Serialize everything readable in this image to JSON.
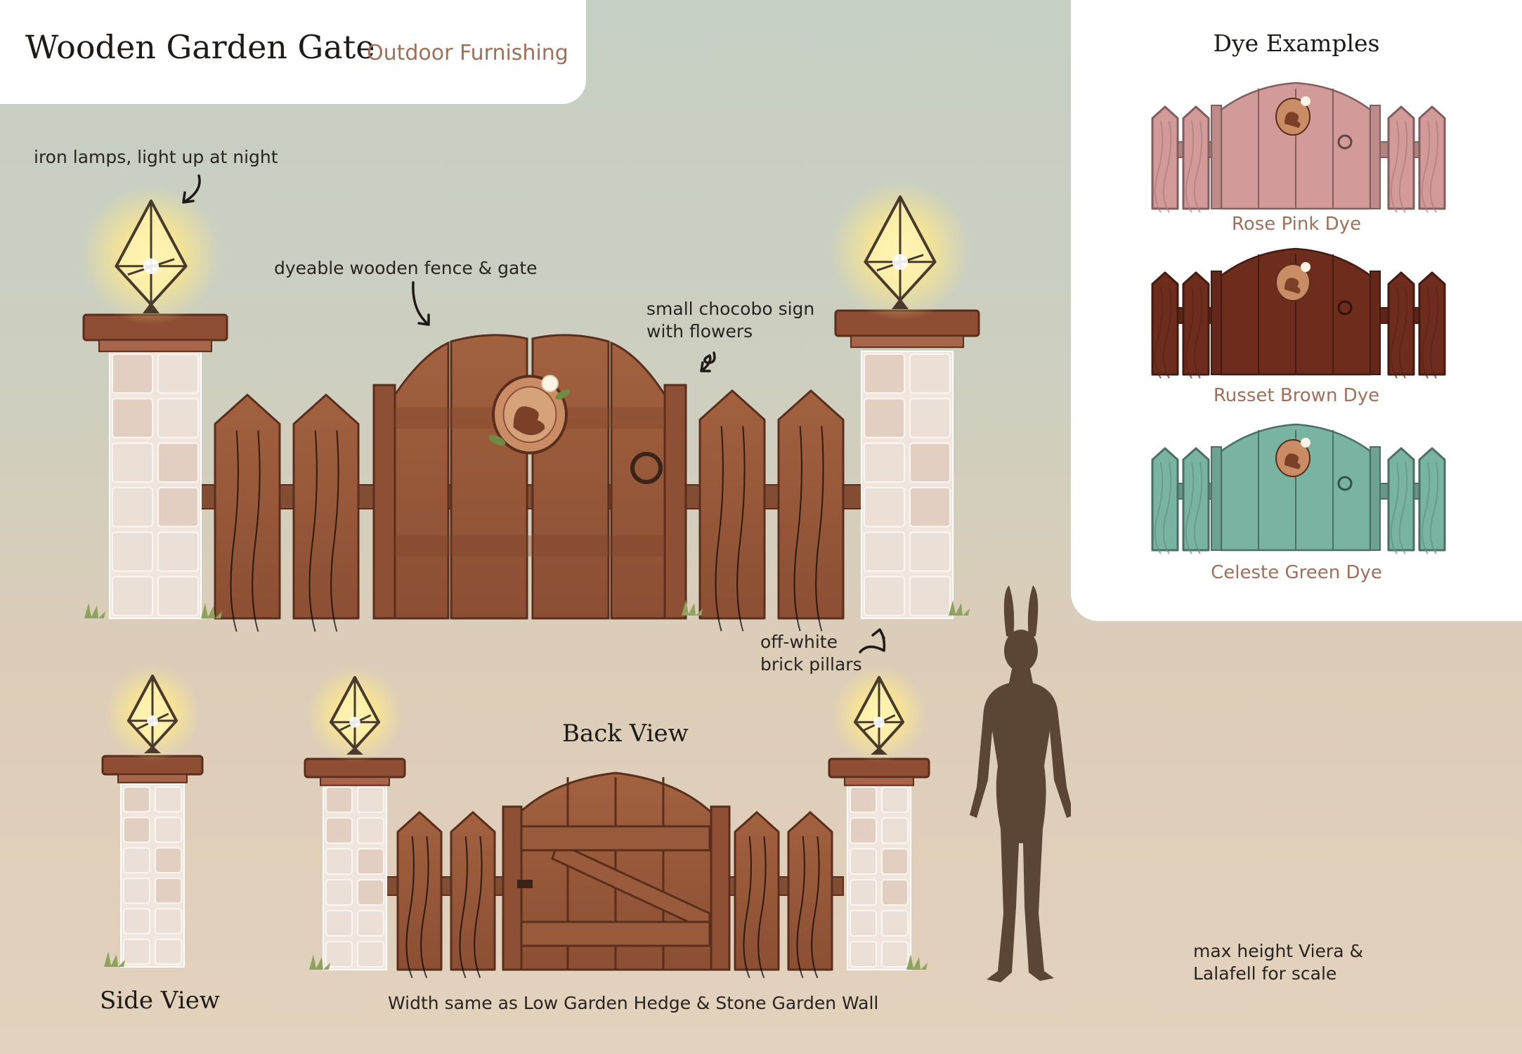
{
  "title": {
    "main": "Wooden Garden Gate",
    "category": "Outdoor Furnishing"
  },
  "annotations": {
    "lamps": "iron lamps, light up at night",
    "fence": "dyeable wooden fence & gate",
    "sign_line1": "small chocobo sign",
    "sign_line2": "with flowers",
    "pillars_line1": "off-white",
    "pillars_line2": "brick pillars",
    "back_view": "Back View",
    "side_view": "Side View",
    "width_note": "Width same as Low Garden Hedge & Stone Garden Wall",
    "scale_line1": "max height Viera &",
    "scale_line2": "Lalafell for scale"
  },
  "dye_examples": {
    "title": "Dye Examples",
    "items": [
      {
        "label": "Rose Pink Dye",
        "color": "#d29a98"
      },
      {
        "label": "Russet Brown Dye",
        "color": "#6e2c1c"
      },
      {
        "label": "Celeste Green Dye",
        "color": "#79b3a2"
      }
    ]
  },
  "colors": {
    "wood": "#9a5a3c",
    "wood_dark": "#5a2e1c",
    "brick": "#f2e6dc",
    "brick_shade": "#e2cfc2",
    "lamp_glow": "#fff1a6",
    "silhouette": "#5b4535",
    "label_accent": "#a0705a"
  }
}
